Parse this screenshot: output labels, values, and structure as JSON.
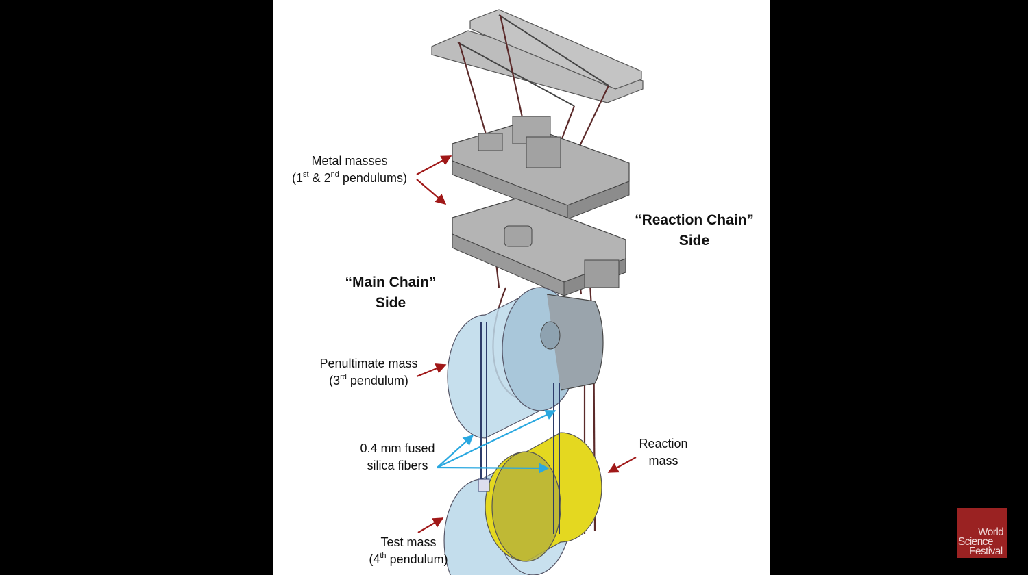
{
  "labels": {
    "metal_masses": {
      "line1": "Metal masses",
      "line2_a": "(1",
      "line2_sup1": "st",
      "line2_b": " & 2",
      "line2_sup2": "nd",
      "line2_c": " pendulums)"
    },
    "reaction_chain_side": {
      "line1": "“Reaction Chain”",
      "line2": "Side"
    },
    "main_chain_side": {
      "line1": "“Main Chain”",
      "line2": "Side"
    },
    "penultimate_mass": {
      "line1": "Penultimate mass",
      "line2_a": "(3",
      "line2_sup": "rd",
      "line2_b": " pendulum)"
    },
    "fused_silica_fibers": {
      "line1": "0.4  mm fused",
      "line2": "silica fibers"
    },
    "reaction_mass": {
      "line1": "Reaction",
      "line2": "mass"
    },
    "test_mass": {
      "line1": "Test mass",
      "line2_a": "(4",
      "line2_sup": "th",
      "line2_b": " pendulum)"
    }
  },
  "logo": {
    "line1": "World",
    "line2": "Science",
    "line3": "Festival"
  },
  "colors": {
    "red_arrow": "#a01818",
    "blue_arrow": "#2aa8e0",
    "test_mass_fill": "#bcd9ea",
    "reaction_mass_fill": "#e4d820",
    "metal_gray": "#b4b4b4",
    "logo_bg": "#9a2222"
  }
}
